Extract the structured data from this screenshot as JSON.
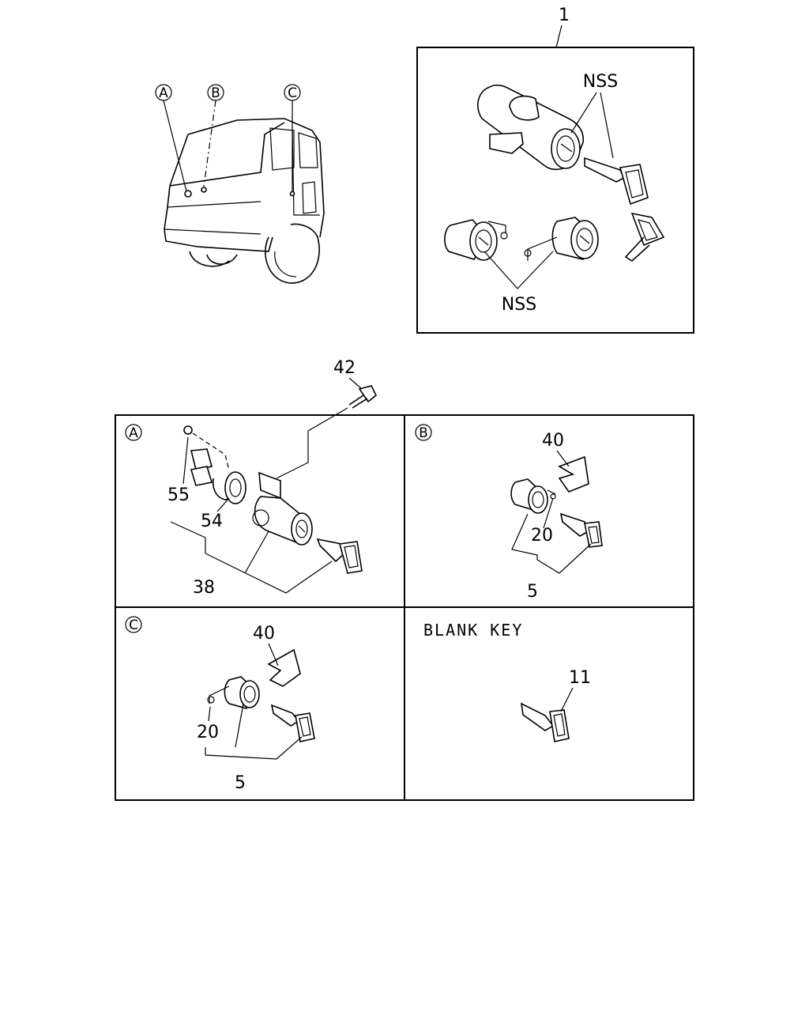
{
  "overview": {
    "callout_a": "A",
    "callout_b": "B",
    "callout_c": "C"
  },
  "kit": {
    "part_number": "1",
    "nss_top": "NSS",
    "nss_bottom": "NSS"
  },
  "bolt": {
    "part_number": "42"
  },
  "panel_a": {
    "tag": "A",
    "parts": [
      "55",
      "54",
      "38"
    ]
  },
  "panel_b": {
    "tag": "B",
    "parts": [
      "40",
      "20",
      "5"
    ]
  },
  "panel_c": {
    "tag": "C",
    "parts": [
      "40",
      "20",
      "5"
    ]
  },
  "panel_d": {
    "title": "BLANK KEY",
    "part_number": "11"
  }
}
